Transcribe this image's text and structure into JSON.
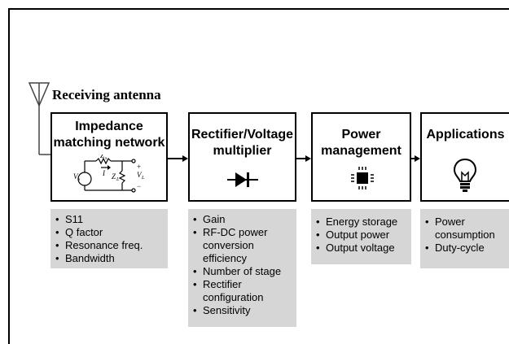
{
  "antenna_label": "Receiving antenna",
  "stages": [
    {
      "title_lines": [
        "Impedance",
        "matching network"
      ],
      "icon": "lc-matching-circuit-icon",
      "circuit_labels": [
        "Z",
        "s",
        "I",
        "V",
        "s",
        "Z",
        "L",
        "V",
        "L",
        "+",
        "−"
      ],
      "bullets": [
        "S11",
        "Q factor",
        "Resonance freq.",
        "Bandwidth"
      ]
    },
    {
      "title_lines": [
        "Rectifier/Voltage",
        "multiplier"
      ],
      "icon": "diode-icon",
      "bullets": [
        "Gain",
        "RF-DC power conversion efficiency",
        "Number of stage",
        "Rectifier configuration",
        "Sensitivity"
      ]
    },
    {
      "title_lines": [
        "Power",
        "management"
      ],
      "icon": "chip-icon",
      "bullets": [
        "Energy storage",
        "Output power",
        "Output voltage"
      ]
    },
    {
      "title_lines": [
        "Applications"
      ],
      "icon": "light-bulb-icon",
      "bullets": [
        "Power consumption",
        "Duty-cycle"
      ]
    }
  ]
}
